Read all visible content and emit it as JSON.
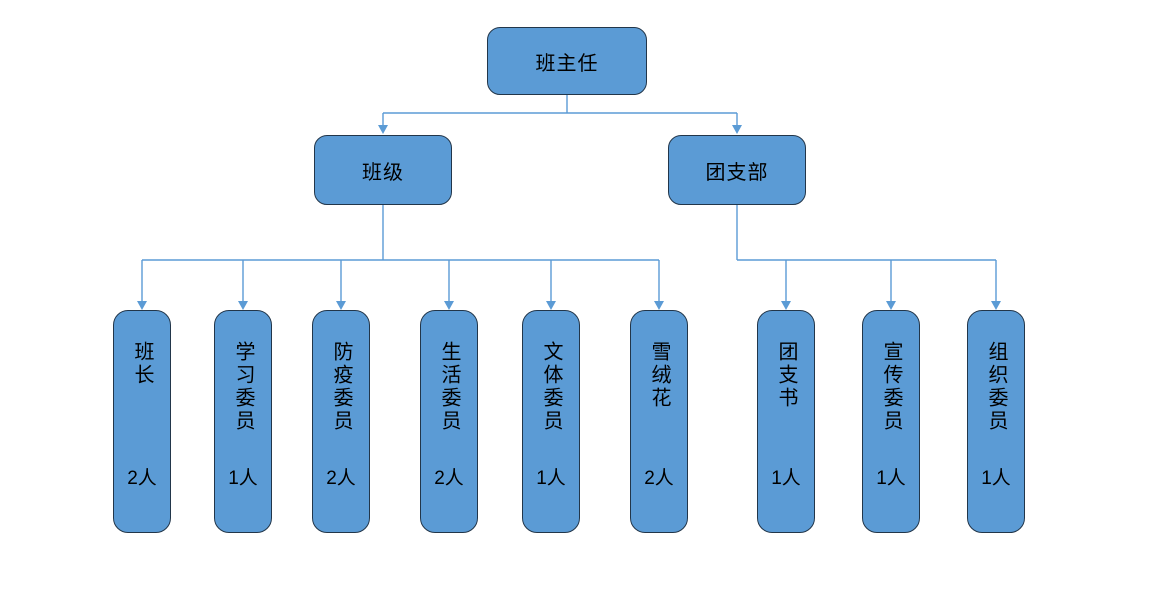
{
  "diagram": {
    "title": "class-organization-chart",
    "root": {
      "label": "班主任"
    },
    "level2": [
      {
        "label": "班级"
      },
      {
        "label": "团支部"
      }
    ],
    "level3": [
      {
        "label": "班长",
        "count": "2人",
        "parent": "班级"
      },
      {
        "label": "学习委员",
        "count": "1人",
        "parent": "班级"
      },
      {
        "label": "防疫委员",
        "count": "2人",
        "parent": "班级"
      },
      {
        "label": "生活委员",
        "count": "2人",
        "parent": "班级"
      },
      {
        "label": "文体委员",
        "count": "1人",
        "parent": "班级"
      },
      {
        "label": "雪绒花",
        "count": "2人",
        "parent": "班级"
      },
      {
        "label": "团支书",
        "count": "1人",
        "parent": "团支部"
      },
      {
        "label": "宣传委员",
        "count": "1人",
        "parent": "团支部"
      },
      {
        "label": "组织委员",
        "count": "1人",
        "parent": "团支部"
      }
    ],
    "colors": {
      "box_fill": "#5b9bd5",
      "box_border": "#22364a",
      "connector": "#5b9bd5",
      "text": "#000000",
      "background": "#ffffff"
    }
  }
}
